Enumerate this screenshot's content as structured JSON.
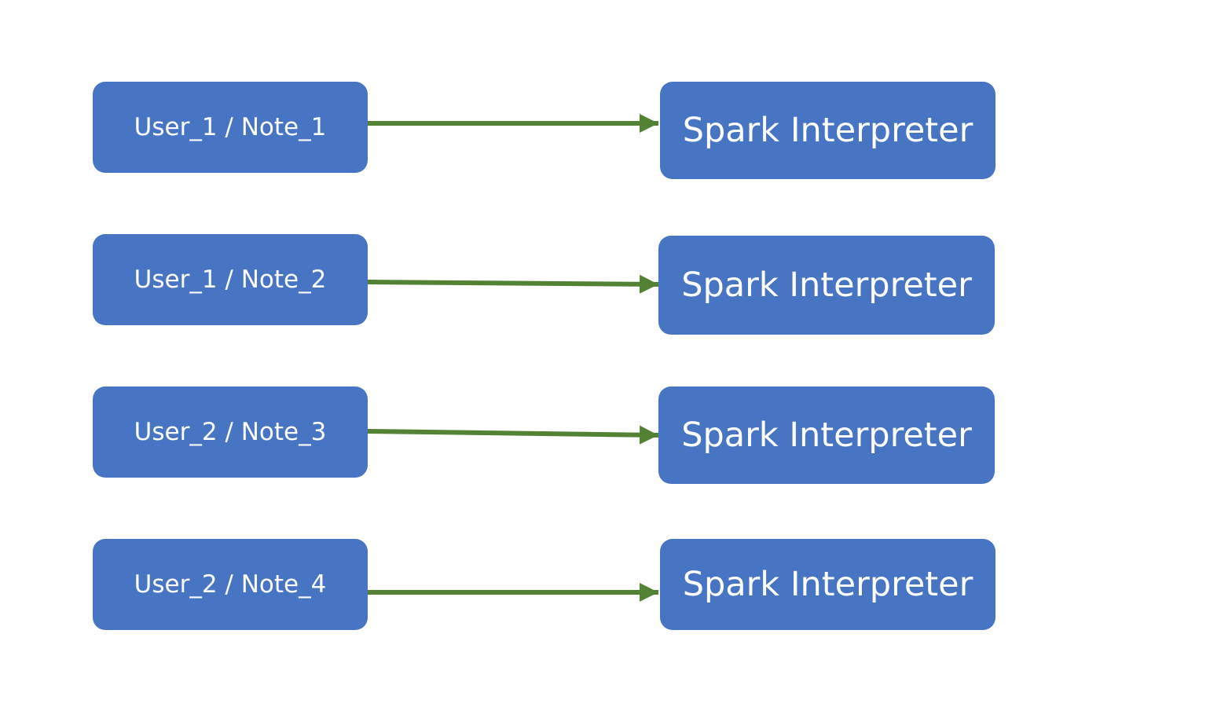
{
  "colors": {
    "box_fill": "#4774c3",
    "box_text": "#ffffff",
    "arrow": "#548235",
    "background": "#ffffff"
  },
  "sources": [
    {
      "label": "User_1 / Note_1"
    },
    {
      "label": "User_1 / Note_2"
    },
    {
      "label": "User_2 / Note_3"
    },
    {
      "label": "User_2 / Note_4"
    }
  ],
  "targets": [
    {
      "label": "Spark Interpreter"
    },
    {
      "label": "Spark Interpreter"
    },
    {
      "label": "Spark Interpreter"
    },
    {
      "label": "Spark Interpreter"
    }
  ]
}
